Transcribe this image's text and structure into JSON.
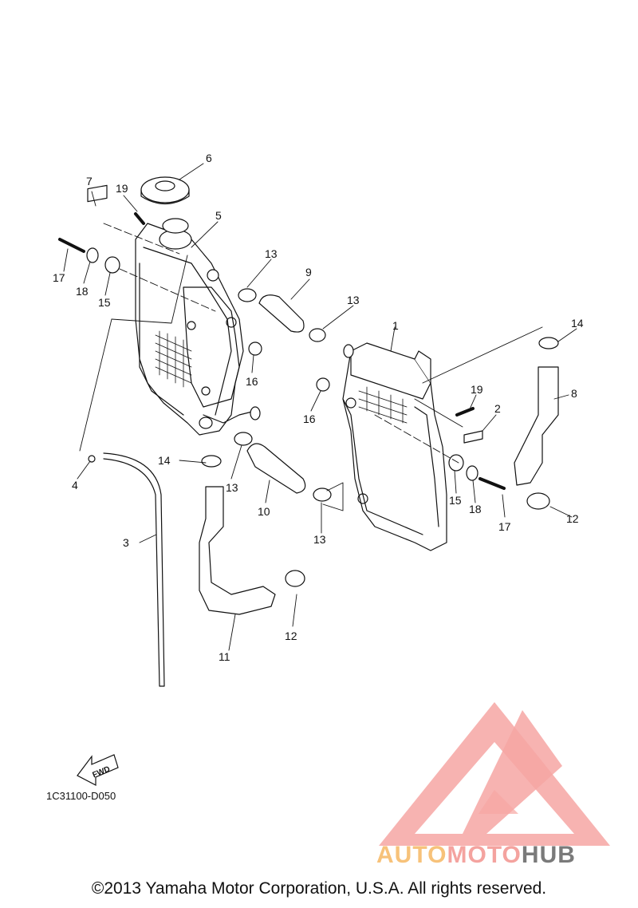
{
  "callouts": [
    "1",
    "2",
    "3",
    "4",
    "5",
    "6",
    "7",
    "8",
    "9",
    "10",
    "11",
    "12",
    "13",
    "14",
    "15",
    "16",
    "17",
    "18",
    "19"
  ],
  "diagram_code": "1C31100-D050",
  "fwd_label": "FWD",
  "watermark": {
    "part1": "AUTO",
    "part2": "MOTO",
    "part3": "HUB",
    "colors": {
      "auto": "#f7c27a",
      "moto": "#f4a39f",
      "hub": "#7a7a7a",
      "triangle": "#f47a76"
    }
  },
  "copyright": "©2013 Yamaha Motor Corporation, U.S.A. All rights reserved."
}
